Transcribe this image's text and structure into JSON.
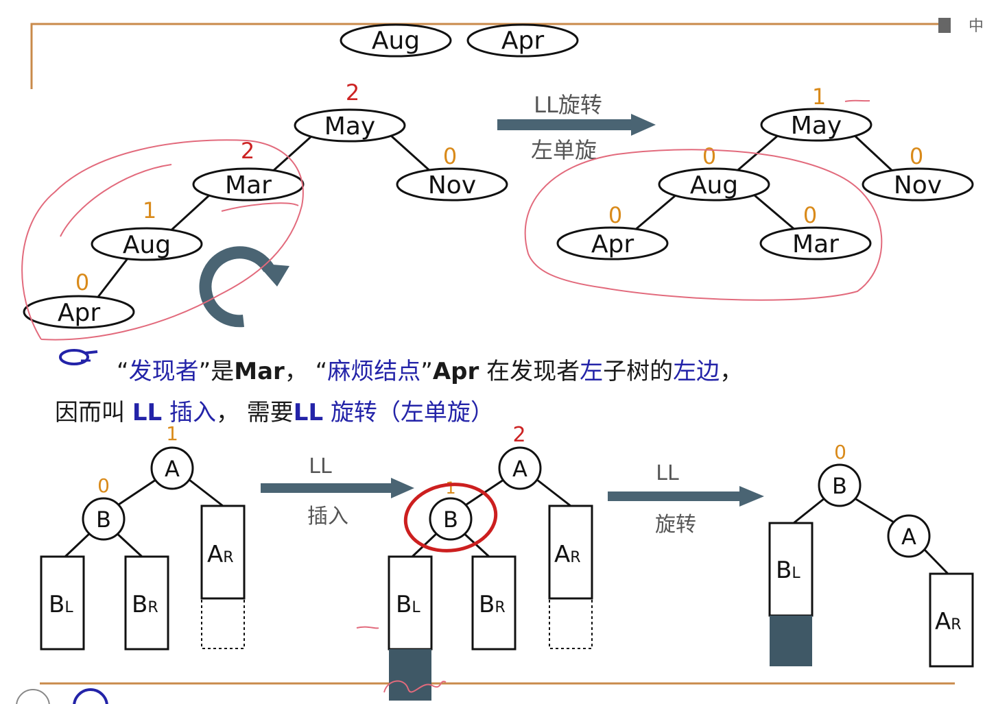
{
  "corner_text": "中",
  "top_nodes": [
    "Aug",
    "Apr"
  ],
  "tree_before": {
    "nodes": {
      "may": "May",
      "mar": "Mar",
      "nov": "Nov",
      "aug": "Aug",
      "apr": "Apr"
    },
    "balance": {
      "may": "2",
      "mar": "2",
      "nov": "0",
      "aug": "1",
      "apr": "0"
    }
  },
  "rotation_arrow": {
    "top_label": "LL旋转",
    "bottom_label": "左单旋"
  },
  "tree_after": {
    "nodes": {
      "may": "May",
      "aug": "Aug",
      "nov": "Nov",
      "apr": "Apr",
      "mar": "Mar"
    },
    "balance": {
      "may": "1",
      "aug": "0",
      "nov": "0",
      "apr": "0",
      "mar": "0"
    }
  },
  "caption": {
    "line1": {
      "q1_open": "“",
      "finder": "发现者",
      "q1_close": "”",
      "is": "是",
      "mar": "Mar",
      "comma": "，",
      "q2_open": "“",
      "trouble": "麻烦结点",
      "q2_close": "”",
      "apr": "Apr",
      "at": "在发现者",
      "left1": "左",
      "subtree": "子树的",
      "left2": "左边",
      "end": "，"
    },
    "line2": {
      "so": "因而叫",
      "ll1": "LL",
      "insert": "插入",
      "comma": "，",
      "need": "需要",
      "ll2": "LL",
      "rotate": "旋转",
      "paren_open": "（",
      "left_single": "左单旋",
      "paren_close": "）"
    }
  },
  "schematic": {
    "d1": {
      "a": "A",
      "b": "B",
      "bal_a": "1",
      "bal_b": "0",
      "bl": [
        "B",
        "L"
      ],
      "br": [
        "B",
        "R"
      ],
      "ar": [
        "A",
        "R"
      ]
    },
    "arrow1": {
      "top": "LL",
      "bottom": "插入"
    },
    "d2": {
      "a": "A",
      "b": "B",
      "bal_a": "2",
      "bal_b": "1",
      "bl": [
        "B",
        "L"
      ],
      "br": [
        "B",
        "R"
      ],
      "ar": [
        "A",
        "R"
      ]
    },
    "arrow2": {
      "top": "LL",
      "bottom": "旋转"
    },
    "d3": {
      "b": "B",
      "a": "A",
      "bal_b": "0",
      "bl": [
        "B",
        "L"
      ],
      "ar": [
        "A",
        "R"
      ]
    }
  },
  "colors": {
    "ink": "#1a1a1a",
    "balance": "#d98a1a",
    "balance_red": "#cc2222",
    "arrow": "#4a6473",
    "blue_text": "#2323a8",
    "pen": "#e26a7c",
    "highlight": "#cc1f1f",
    "frame": "#c98a4a"
  }
}
